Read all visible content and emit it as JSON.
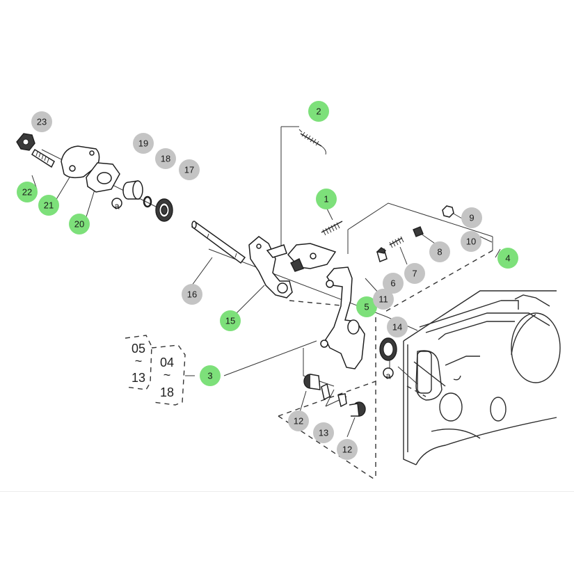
{
  "colors": {
    "callout_highlight": "#7de07a",
    "callout_default": "#c4c4c4",
    "line": "#2a2a2a"
  },
  "callouts": [
    {
      "id": "1",
      "label": "1",
      "highlight": true
    },
    {
      "id": "2",
      "label": "2",
      "highlight": true
    },
    {
      "id": "3",
      "label": "3",
      "highlight": true
    },
    {
      "id": "4",
      "label": "4",
      "highlight": true
    },
    {
      "id": "5",
      "label": "5",
      "highlight": true
    },
    {
      "id": "6",
      "label": "6",
      "highlight": false
    },
    {
      "id": "7",
      "label": "7",
      "highlight": false
    },
    {
      "id": "8",
      "label": "8",
      "highlight": false
    },
    {
      "id": "9",
      "label": "9",
      "highlight": false
    },
    {
      "id": "10",
      "label": "10",
      "highlight": false
    },
    {
      "id": "11",
      "label": "11",
      "highlight": false
    },
    {
      "id": "12a",
      "label": "12",
      "highlight": false
    },
    {
      "id": "12b",
      "label": "12",
      "highlight": false
    },
    {
      "id": "13",
      "label": "13",
      "highlight": false
    },
    {
      "id": "14",
      "label": "14",
      "highlight": false
    },
    {
      "id": "15",
      "label": "15",
      "highlight": true
    },
    {
      "id": "16",
      "label": "16",
      "highlight": false
    },
    {
      "id": "17",
      "label": "17",
      "highlight": false
    },
    {
      "id": "18",
      "label": "18",
      "highlight": false
    },
    {
      "id": "19",
      "label": "19",
      "highlight": false
    },
    {
      "id": "20",
      "label": "20",
      "highlight": true
    },
    {
      "id": "21",
      "label": "21",
      "highlight": true
    },
    {
      "id": "22",
      "label": "22",
      "highlight": true
    },
    {
      "id": "23",
      "label": "23",
      "highlight": false
    }
  ],
  "markers": {
    "a1": "a",
    "a2": "a"
  },
  "serial_ranges": {
    "left_top": "05",
    "left_tilde": "~",
    "left_bottom": "13",
    "right_top": "04",
    "right_tilde": "~",
    "right_bottom": "18"
  }
}
